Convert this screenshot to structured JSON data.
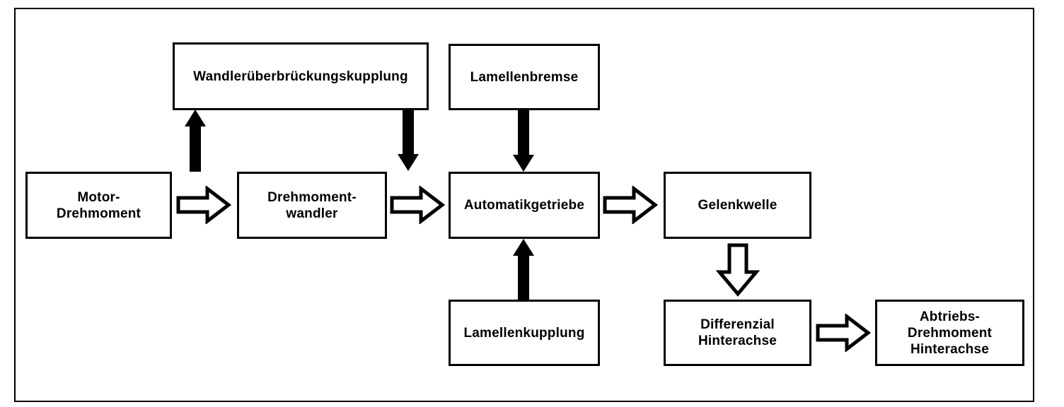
{
  "diagram": {
    "colors": {
      "background": "#ffffff",
      "line": "#000000",
      "solid_arrow_fill": "#000000",
      "outline_arrow_fill": "#ffffff"
    },
    "nodes": [
      {
        "id": "motor-drehmoment",
        "lines": [
          "Motor-",
          "Drehmoment"
        ]
      },
      {
        "id": "wandlerueberbrueckungskupplung",
        "lines": [
          "Wandlerüberbrückungskupplung"
        ]
      },
      {
        "id": "drehmomentwandler",
        "lines": [
          "Drehmoment-",
          "wandler"
        ]
      },
      {
        "id": "lamellenbremse",
        "lines": [
          "Lamellenbremse"
        ]
      },
      {
        "id": "automatikgetriebe",
        "lines": [
          "Automatikgetriebe"
        ]
      },
      {
        "id": "lamellenkupplung",
        "lines": [
          "Lamellenkupplung"
        ]
      },
      {
        "id": "gelenkwelle",
        "lines": [
          "Gelenkwelle"
        ]
      },
      {
        "id": "differenzial-hinterachse",
        "lines": [
          "Differenzial",
          "Hinterachse"
        ]
      },
      {
        "id": "abtriebs-drehmoment-hinterachse",
        "lines": [
          "Abtriebs-",
          "Drehmoment",
          "Hinterachse"
        ]
      }
    ],
    "connections": [
      {
        "from": "motor-drehmoment",
        "to": "drehmomentwandler",
        "style": "outline",
        "direction": "right"
      },
      {
        "from": "drehmomentwandler",
        "to": "wandlerueberbrueckungskupplung",
        "style": "solid",
        "direction": "up"
      },
      {
        "from": "wandlerueberbrueckungskupplung",
        "to": "automatikgetriebe",
        "style": "solid",
        "direction": "down"
      },
      {
        "from": "drehmomentwandler",
        "to": "automatikgetriebe",
        "style": "outline",
        "direction": "right"
      },
      {
        "from": "lamellenbremse",
        "to": "automatikgetriebe",
        "style": "solid",
        "direction": "down"
      },
      {
        "from": "lamellenkupplung",
        "to": "automatikgetriebe",
        "style": "solid",
        "direction": "up"
      },
      {
        "from": "automatikgetriebe",
        "to": "gelenkwelle",
        "style": "outline",
        "direction": "right"
      },
      {
        "from": "gelenkwelle",
        "to": "differenzial-hinterachse",
        "style": "outline",
        "direction": "down"
      },
      {
        "from": "differenzial-hinterachse",
        "to": "abtriebs-drehmoment-hinterachse",
        "style": "outline",
        "direction": "right"
      }
    ]
  }
}
